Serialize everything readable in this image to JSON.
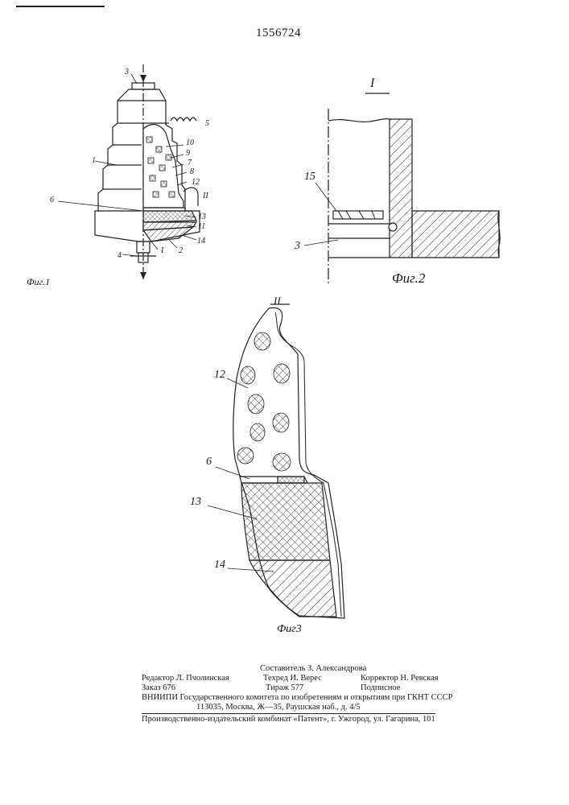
{
  "header": {
    "patent_number": "1556724"
  },
  "figures": {
    "fig1": {
      "caption": "Фиг.1",
      "labels": [
        "3",
        "5",
        "10",
        "9",
        "1",
        "7",
        "8",
        "12",
        "II",
        "6",
        "13",
        "11",
        "2",
        "14",
        "4",
        "I"
      ]
    },
    "fig2": {
      "section_label": "I",
      "caption": "Фиг.2",
      "labels": [
        "15",
        "3"
      ]
    },
    "fig3": {
      "section_label": "II",
      "caption": "Фиг3",
      "labels": [
        "12",
        "6",
        "13",
        "14"
      ]
    }
  },
  "imprint": {
    "compiler": "Составитель З. Александрова",
    "editor": "Редактор Л. Пчолинская",
    "techred": "Техред И. Верес",
    "corrector": "Корректор Н. Ревская",
    "order": "Заказ 676",
    "circulation": "Тираж 577",
    "subscription": "Подписное",
    "institute": "ВНИИПИ Государственного комитета по изобретениям и открытиям при ГКНТ СССР",
    "address": "113035, Москва, Ж—35, Раушская наб., д. 4/5",
    "publisher": "Производственно-издательский комбинат «Патент», г. Ужгород, ул. Гагарина, 101"
  }
}
